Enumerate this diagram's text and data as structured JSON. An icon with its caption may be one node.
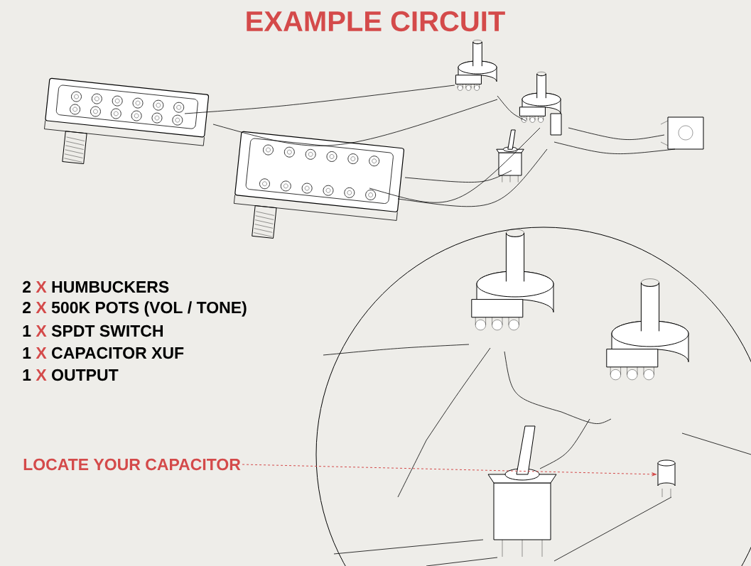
{
  "diagram": {
    "title": "EXAMPLE CIRCUIT",
    "nodes": [
      {
        "text": [
          "LOCATE YOUR CAPACITOR"
        ]
      },
      {
        "text": [],
        "shape": "cylinder"
      }
    ],
    "edges": [
      {
        "from": 0,
        "to": 1,
        "arrow": "to",
        "style": "dashed",
        "color": "#d44a4a"
      }
    ],
    "labels": [
      "2",
      "X",
      "HUMBUCKERS",
      "2",
      "X",
      "500K POTS (VOL / TONE)",
      "1",
      "X",
      "SPDT SWITCH",
      "1",
      "X",
      "CAPACITOR XUF",
      "1",
      "X",
      "OUTPUT"
    ]
  }
}
